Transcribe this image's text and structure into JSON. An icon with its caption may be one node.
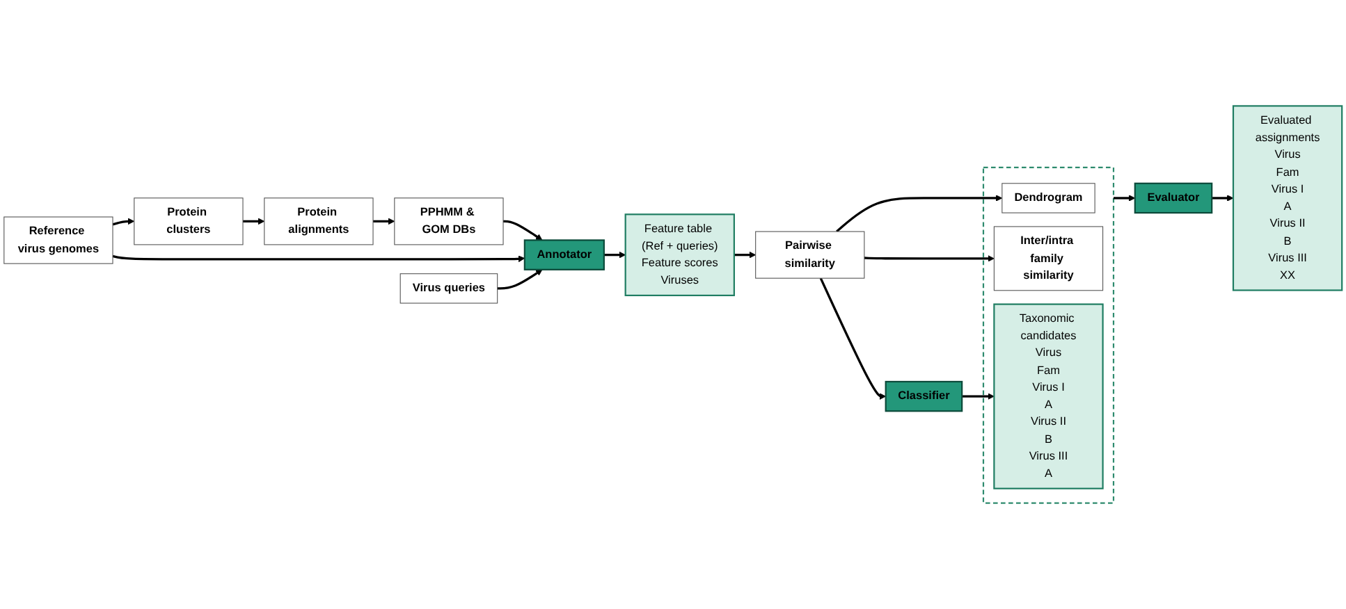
{
  "diagram": {
    "nodes": [
      {
        "text": [
          "Reference virus genomes"
        ]
      },
      {
        "text": [
          "Protein clusters"
        ]
      },
      {
        "text": [
          "Protein alignments"
        ]
      },
      {
        "text": [
          "PPHMM & GOM DBs"
        ]
      },
      {
        "text": [
          "Virus queries"
        ]
      },
      {
        "text": [
          "Annotator"
        ]
      },
      {
        "text": [
          "Feature table (Ref + queries)",
          "Feature scores",
          "Viruses"
        ]
      },
      {
        "text": [
          "Pairwise similarity"
        ]
      },
      {
        "text": [
          "Classifier"
        ]
      },
      {
        "text": [],
        "shape": "box"
      },
      {
        "text": [
          "Dendrogram"
        ],
        "in": 9
      },
      {
        "text": [
          "Inter/intra family similarity"
        ],
        "in": 9
      },
      {
        "text": [
          "Taxonomic candidates",
          "Virus",
          "Fam",
          "Virus I",
          "A",
          "Virus II",
          "B",
          "Virus III",
          "A"
        ],
        "in": 9
      },
      {
        "text": [
          "Evaluator"
        ]
      },
      {
        "text": [
          "Evaluated assignments",
          "Virus",
          "Fam",
          "Virus I",
          "A",
          "Virus II",
          "B",
          "Virus III",
          "XX"
        ]
      }
    ],
    "edges": [
      {
        "from": 0,
        "to": 1,
        "arrow": "to"
      },
      {
        "from": 1,
        "to": 2,
        "arrow": "to"
      },
      {
        "from": 2,
        "to": 3,
        "arrow": "to"
      },
      {
        "from": 3,
        "to": 5,
        "arrow": "to"
      },
      {
        "from": 0,
        "to": 5,
        "arrow": "to"
      },
      {
        "from": 4,
        "to": 5,
        "arrow": "to"
      },
      {
        "from": 5,
        "to": 6,
        "arrow": "to"
      },
      {
        "from": 6,
        "to": 7,
        "arrow": "to"
      },
      {
        "from": 7,
        "to": 8,
        "arrow": "to"
      },
      {
        "from": 7,
        "to": 10,
        "arrow": "to"
      },
      {
        "from": 7,
        "to": 11,
        "arrow": "to"
      },
      {
        "from": 8,
        "to": 12,
        "arrow": "to"
      },
      {
        "from": 9,
        "to": 13,
        "arrow": "to"
      },
      {
        "from": 13,
        "to": 14,
        "arrow": "to"
      }
    ]
  }
}
